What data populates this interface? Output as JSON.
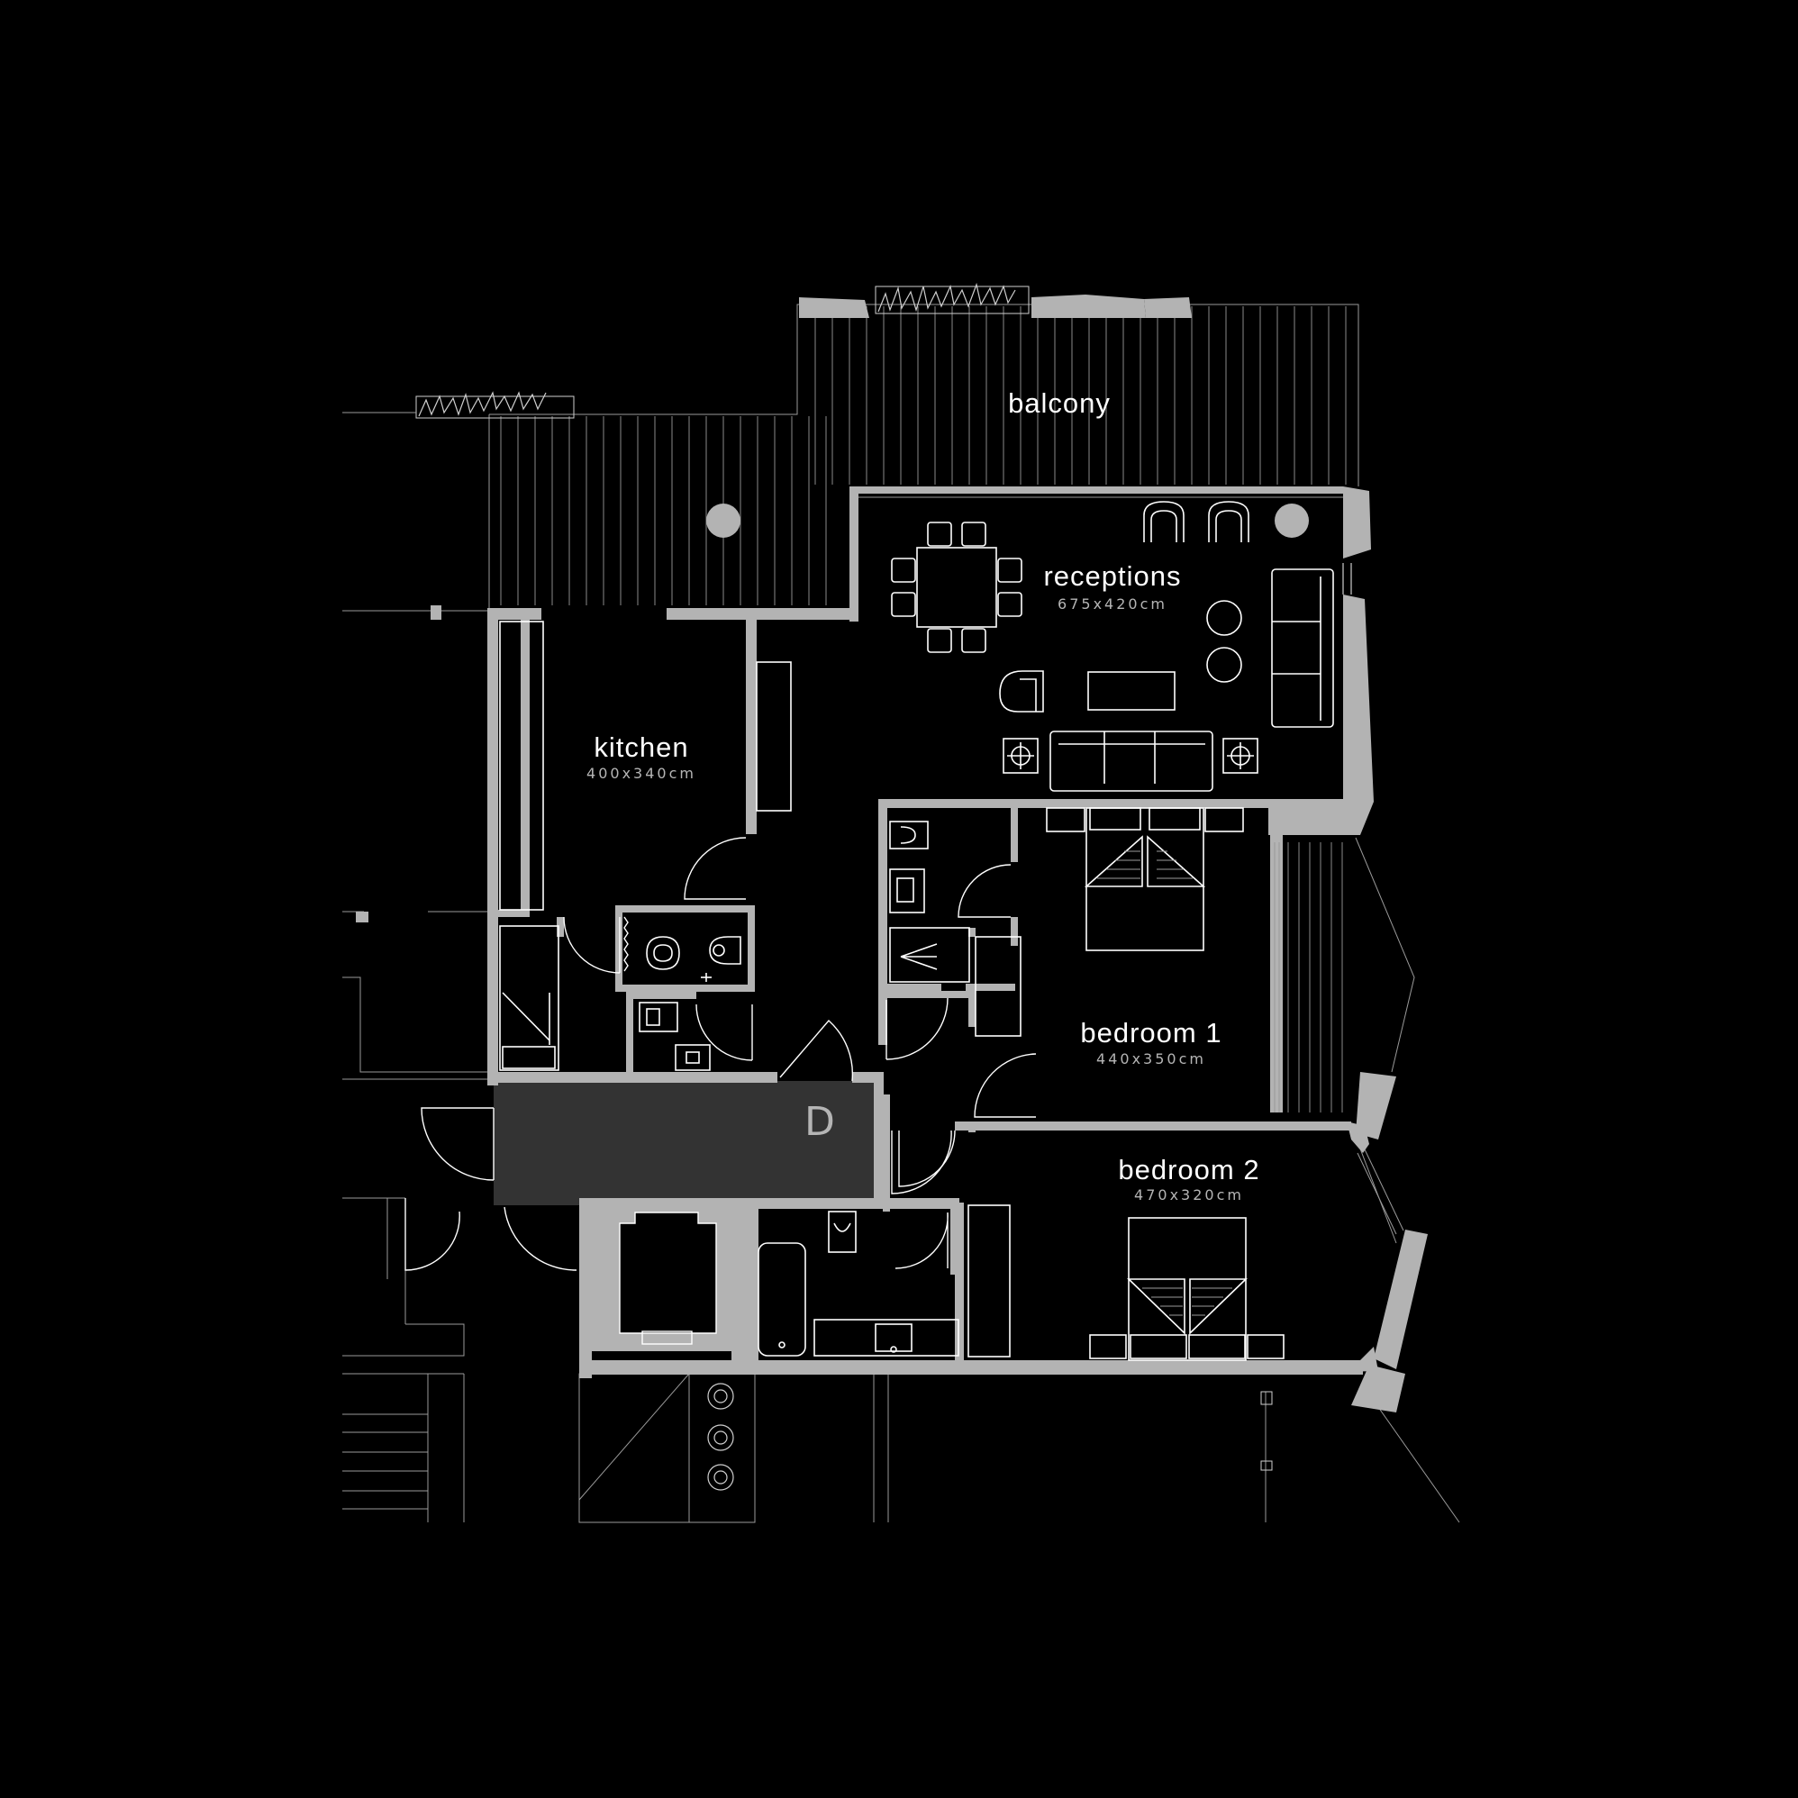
{
  "rooms": {
    "balcony": {
      "name": "balcony"
    },
    "receptions": {
      "name": "receptions",
      "size": "675x420cm"
    },
    "kitchen": {
      "name": "kitchen",
      "size": "400x340cm"
    },
    "bedroom1": {
      "name": "bedroom 1",
      "size": "440x350cm"
    },
    "bedroom2": {
      "name": "bedroom 2",
      "size": "470x320cm"
    }
  },
  "entrance": {
    "marker": "D"
  },
  "colors": {
    "background": "#000000",
    "walls": "#b3b3b3",
    "hall_fill": "#333333",
    "text": "#ffffff",
    "dimensions_text": "#b5b5b5"
  }
}
